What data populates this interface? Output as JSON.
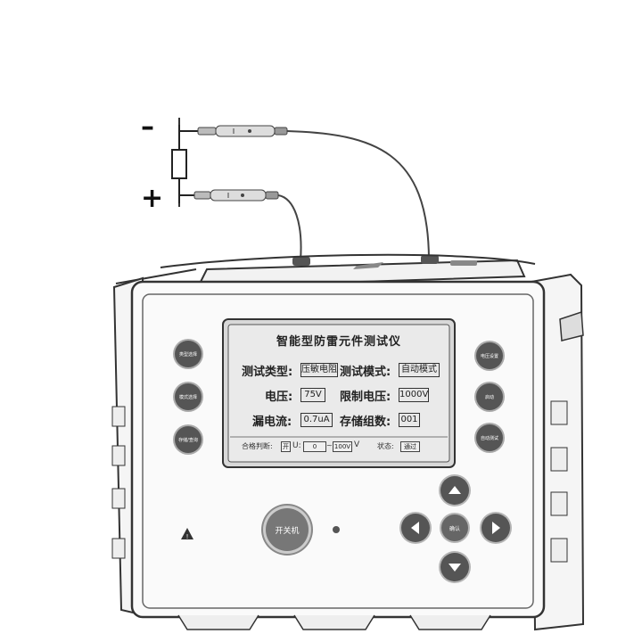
{
  "probes": {
    "minus_sign": "–",
    "plus_sign": "+"
  },
  "device": {
    "screen": {
      "title": "智能型防雷元件测试仪",
      "test_type_label": "测试类型:",
      "test_type_value": "压敏电阻",
      "test_mode_label": "测试模式:",
      "test_mode_value": "自动模式",
      "voltage_label": "电压:",
      "voltage_value": "75V",
      "limit_voltage_label": "限制电压:",
      "limit_voltage_value": "1000V",
      "leakage_label": "漏电流:",
      "leakage_value": "0.7uA",
      "storage_label": "存储组数:",
      "storage_value": "001",
      "pass_label": "合格判断:",
      "pass_switch": "开",
      "u_label": "U:",
      "u_min": "0",
      "u_sep": "~",
      "u_max": "100V",
      "u_unit": "V",
      "status_label": "状态:",
      "status_value": "通过"
    },
    "left_buttons": [
      "类型选择",
      "模式选择",
      "存储/查询"
    ],
    "right_buttons": [
      "电压设置",
      "启动",
      "自动测试"
    ],
    "power_button": "开关机",
    "ok_button": "确认",
    "icons": {
      "warning": "warning-triangle",
      "up": "arrow-up",
      "down": "arrow-down",
      "left": "arrow-left",
      "right": "arrow-right"
    }
  }
}
